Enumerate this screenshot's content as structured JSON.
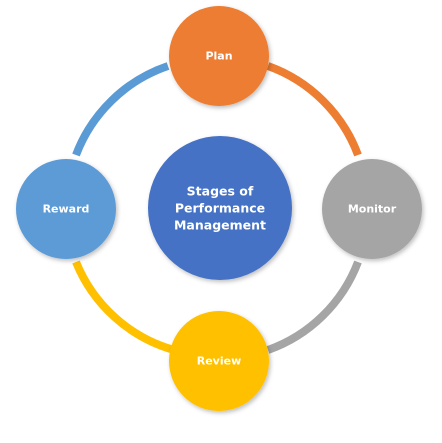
{
  "diagram": {
    "center": {
      "lines": [
        "Stages of",
        "Performance",
        "Management"
      ],
      "color": "#4472C4"
    },
    "nodes": [
      {
        "id": "plan",
        "label": "Plan",
        "color": "#ED7D31"
      },
      {
        "id": "monitor",
        "label": "Monitor",
        "color": "#A5A5A5"
      },
      {
        "id": "review",
        "label": "Review",
        "color": "#FFC000"
      },
      {
        "id": "reward",
        "label": "Reward",
        "color": "#5B9BD5"
      }
    ],
    "arc_colors": {
      "plan_to_monitor": "#ED7D31",
      "monitor_to_review": "#A5A5A5",
      "review_to_reward": "#FFC000",
      "reward_to_plan": "#5B9BD5"
    }
  }
}
